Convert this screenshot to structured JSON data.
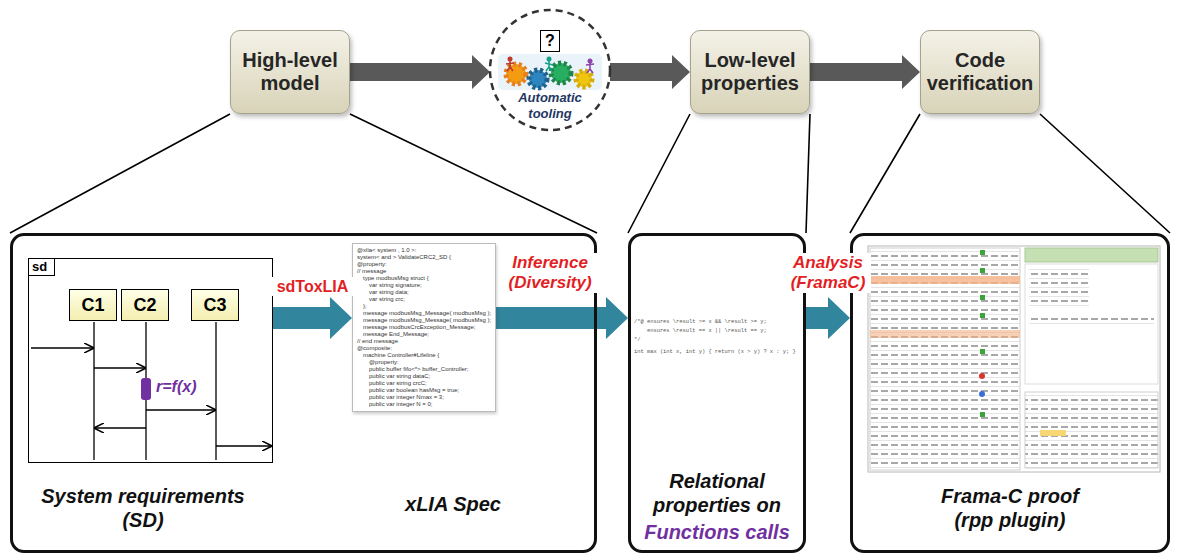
{
  "diagram": {
    "nodes": [
      {
        "text": [
          "High-level model"
        ]
      },
      {
        "text": [
          "Automatic tooling"
        ]
      },
      {
        "text": [
          "?"
        ],
        "in": 1
      },
      {
        "text": [
          "Low-level properties"
        ]
      },
      {
        "text": [
          "Code verification"
        ]
      },
      {
        "text": [
          "System requirements (SD)",
          "xLIA Spec"
        ]
      },
      {
        "text": [
          "sd"
        ],
        "in": 5
      },
      {
        "text": [
          "C1"
        ],
        "in": 6
      },
      {
        "text": [
          "C2"
        ],
        "in": 6
      },
      {
        "text": [
          "C3"
        ],
        "in": 6
      },
      {
        "text": [
          "@xlia< system , 1.0 >:",
          "system< and > ValidateCRC2_SD {",
          "@property:",
          "// message",
          "type modbusMsg struct {",
          "var string signature;",
          "var string data;",
          "var string crc;",
          "};",
          "message modbusMsg_Message( modbusMsg );",
          "message modbusMsg_Message( modbusMsg );",
          "message modbusCrcException_Message;",
          "message End_Message;",
          "// end message",
          "@composite:",
          "machine Controller#Lifeline {",
          "@property:",
          "public buffer fifo<*> buffer_Controller;",
          "public var string dataC;",
          "public var string crcC;",
          "public var boolean hasMsg = true;",
          "public var integer Nmax = 3;",
          "public var integer N = 0;"
        ],
        "in": 5
      },
      {
        "text": [
          "/*@ ensures \\result >= x && \\result >= y;",
          "ensures \\result == x || \\result == y;",
          "*/",
          "int max (int x, int y) { return (x > y) ? x : y; }",
          "Relational properties on",
          "Functions calls"
        ]
      },
      {
        "text": [
          "Frama-C proof (rpp plugin)"
        ]
      }
    ],
    "edges": [
      {
        "from": 0,
        "to": 1,
        "arrow": "to"
      },
      {
        "from": 1,
        "to": 3,
        "arrow": "to"
      },
      {
        "from": 3,
        "to": 4,
        "arrow": "to"
      },
      {
        "from": 0,
        "to": 5,
        "arrow": "none"
      },
      {
        "from": 3,
        "to": 11,
        "arrow": "none"
      },
      {
        "from": 4,
        "to": 12,
        "arrow": "none"
      },
      {
        "from": 6,
        "to": 10,
        "arrow": "to",
        "label": "sdToxLIA"
      },
      {
        "from": 10,
        "to": 11,
        "arrow": "to",
        "label": "Inference (Diversity)"
      },
      {
        "from": 11,
        "to": 12,
        "arrow": "to",
        "label": "Analysis (FramaC)"
      }
    ],
    "labels": [
      "r=f(x)"
    ]
  }
}
